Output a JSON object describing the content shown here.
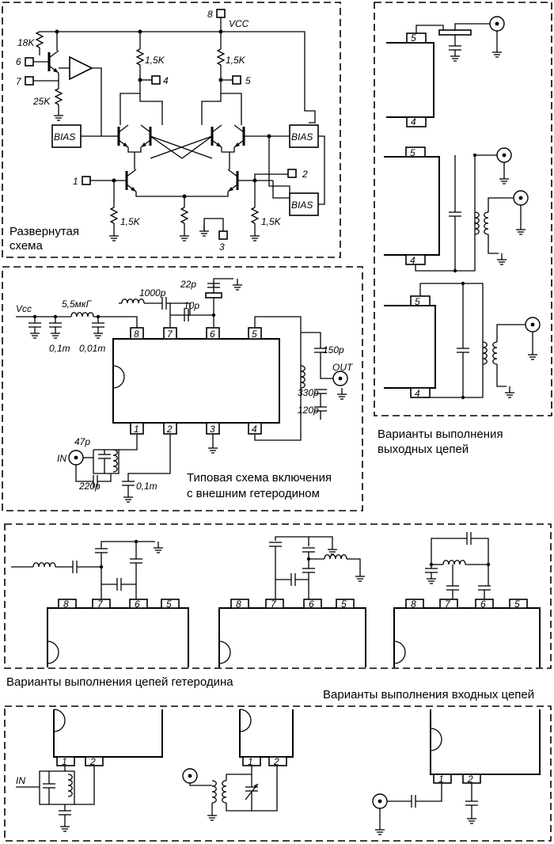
{
  "expanded": {
    "title_line1": "Развернутая",
    "title_line2": "схема",
    "vcc": "VCC",
    "r18": "18K",
    "r25": "25K",
    "r15": "1,5K",
    "bias": "BIAS",
    "pins": [
      "1",
      "2",
      "3",
      "4",
      "5",
      "6",
      "7",
      "8"
    ]
  },
  "typical": {
    "title_line1": "Типовая схема включения",
    "title_line2": "с внешним гетеродином",
    "vcc": "Vcc",
    "l1": "5,5мкГ",
    "c_01m": "0,1m",
    "c_001m": "0,01m",
    "c_1000p": "1000p",
    "c_22p": "22p",
    "c_10p": "10p",
    "c_150p": "150p",
    "c_330p": "330p",
    "c_120p": "120p",
    "c_47p": "47p",
    "c_220p": "220p",
    "in": "IN",
    "out": "OUT"
  },
  "captions": {
    "output_line1": "Варианты выполнения",
    "output_line2": "выходных цепей",
    "heterodyne": "Варианты выполнения цепей гетеродина",
    "input": "Варианты выполнения входных цепей"
  },
  "variants_in": "IN"
}
